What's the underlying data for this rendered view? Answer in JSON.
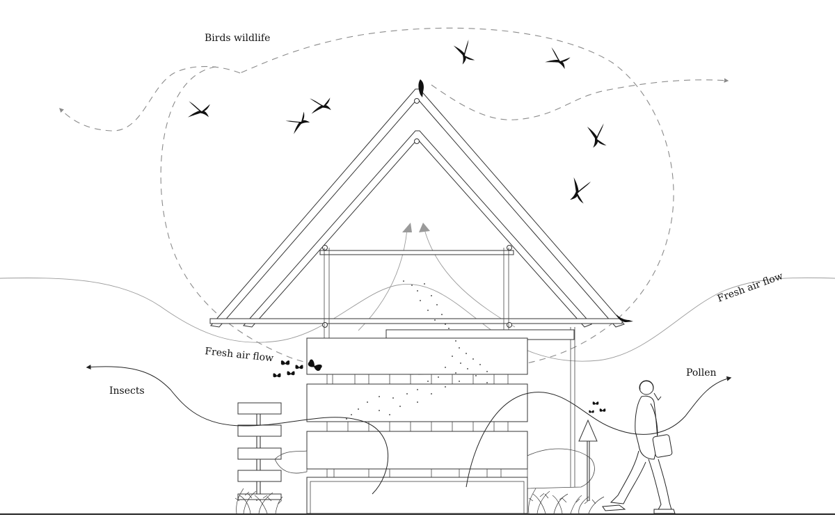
{
  "labels": {
    "birds": "Birds wildlife",
    "insects": "Insects",
    "pollen": "Pollen",
    "air_left": "Fresh air flow",
    "air_right": "Fresh air flow"
  },
  "colors": {
    "line": "#222222",
    "dashed_path": "#8a8a8a",
    "air_arrow": "#9a9a9a",
    "silhouette": "#111111"
  },
  "icons": [
    "swallow-bird-icon",
    "butterfly-icon",
    "person-walking-icon",
    "arrowhead-icon"
  ]
}
